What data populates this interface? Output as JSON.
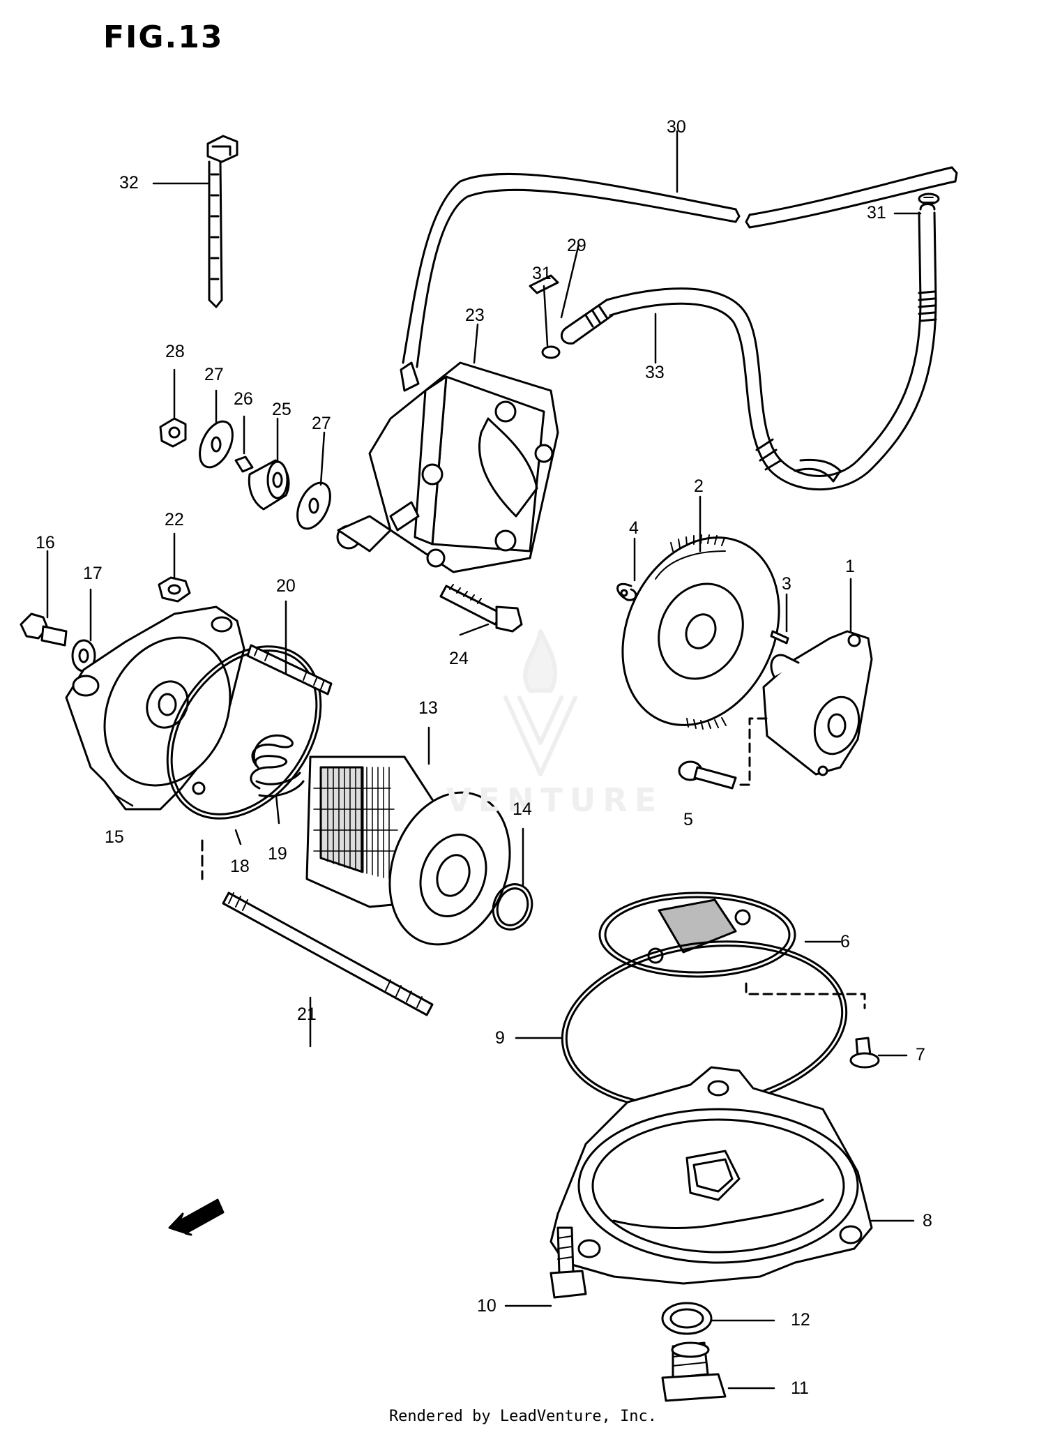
{
  "figure": {
    "title": "FIG.13",
    "footer": "Rendered by LeadVenture, Inc.",
    "watermark": "VENTURE",
    "fwd_label": "FWD",
    "callouts": [
      {
        "id": "1",
        "label": "1"
      },
      {
        "id": "2",
        "label": "2"
      },
      {
        "id": "3",
        "label": "3"
      },
      {
        "id": "4",
        "label": "4"
      },
      {
        "id": "5",
        "label": "5"
      },
      {
        "id": "6",
        "label": "6"
      },
      {
        "id": "7",
        "label": "7"
      },
      {
        "id": "8",
        "label": "8"
      },
      {
        "id": "9",
        "label": "9"
      },
      {
        "id": "10",
        "label": "10"
      },
      {
        "id": "11",
        "label": "11"
      },
      {
        "id": "12",
        "label": "12"
      },
      {
        "id": "13",
        "label": "13"
      },
      {
        "id": "14",
        "label": "14"
      },
      {
        "id": "15",
        "label": "15"
      },
      {
        "id": "16",
        "label": "16"
      },
      {
        "id": "17",
        "label": "17"
      },
      {
        "id": "18",
        "label": "18"
      },
      {
        "id": "19",
        "label": "19"
      },
      {
        "id": "20",
        "label": "20"
      },
      {
        "id": "21",
        "label": "21"
      },
      {
        "id": "22",
        "label": "22"
      },
      {
        "id": "23",
        "label": "23"
      },
      {
        "id": "24",
        "label": "24"
      },
      {
        "id": "25",
        "label": "25"
      },
      {
        "id": "26",
        "label": "26"
      },
      {
        "id": "27a",
        "label": "27"
      },
      {
        "id": "27b",
        "label": "27"
      },
      {
        "id": "28",
        "label": "28"
      },
      {
        "id": "29",
        "label": "29"
      },
      {
        "id": "30",
        "label": "30"
      },
      {
        "id": "31a",
        "label": "31"
      },
      {
        "id": "31b",
        "label": "31"
      },
      {
        "id": "32",
        "label": "32"
      },
      {
        "id": "33",
        "label": "33"
      }
    ]
  },
  "colors": {
    "ink": "#000000",
    "paper": "#ffffff",
    "watermark": "#efefef"
  }
}
